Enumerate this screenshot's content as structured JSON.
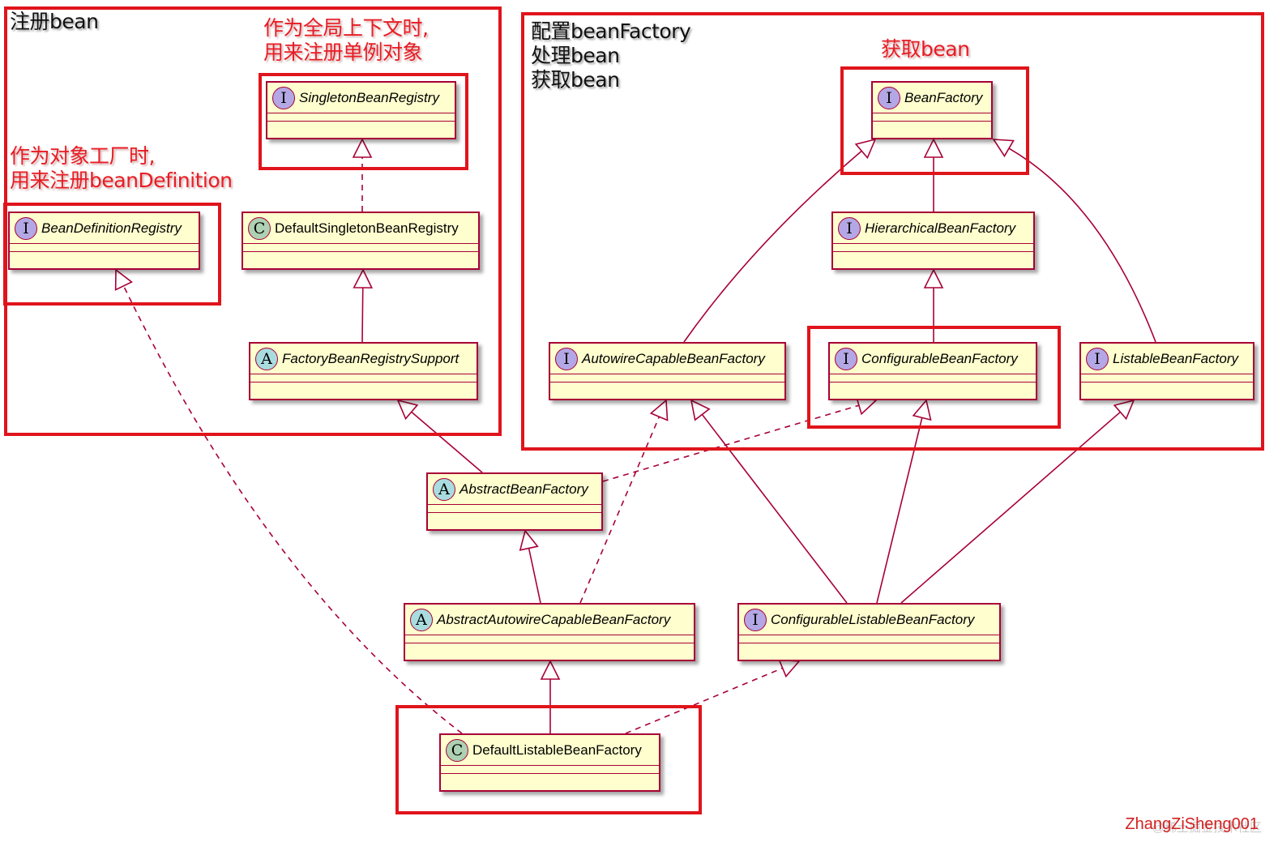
{
  "groups": {
    "left_title": "注册bean",
    "right_title": "配置beanFactory\n处理bean\n获取bean"
  },
  "annotations": {
    "singleton": "作为全局上下文时,\n用来注册单例对象",
    "bean_definition": "作为对象工厂时,\n用来注册beanDefinition",
    "get_bean": "获取bean"
  },
  "classes": {
    "singleton_bean_registry": {
      "kind": "I",
      "name": "SingletonBeanRegistry"
    },
    "bean_definition_registry": {
      "kind": "I",
      "name": "BeanDefinitionRegistry"
    },
    "default_singleton_bean_registry": {
      "kind": "C",
      "name": "DefaultSingletonBeanRegistry"
    },
    "factory_bean_registry_support": {
      "kind": "A",
      "name": "FactoryBeanRegistrySupport"
    },
    "bean_factory": {
      "kind": "I",
      "name": "BeanFactory"
    },
    "hierarchical_bean_factory": {
      "kind": "I",
      "name": "HierarchicalBeanFactory"
    },
    "autowire_capable_bean_factory": {
      "kind": "I",
      "name": "AutowireCapableBeanFactory"
    },
    "configurable_bean_factory": {
      "kind": "I",
      "name": "ConfigurableBeanFactory"
    },
    "listable_bean_factory": {
      "kind": "I",
      "name": "ListableBeanFactory"
    },
    "abstract_bean_factory": {
      "kind": "A",
      "name": "AbstractBeanFactory"
    },
    "abstract_autowire_capable_bean_factory": {
      "kind": "A",
      "name": "AbstractAutowireCapableBeanFactory"
    },
    "configurable_listable_bean_factory": {
      "kind": "I",
      "name": "ConfigurableListableBeanFactory"
    },
    "default_listable_bean_factory": {
      "kind": "C",
      "name": "DefaultListableBeanFactory"
    }
  },
  "relations": [
    {
      "from": "default_singleton_bean_registry",
      "to": "singleton_bean_registry",
      "type": "realization"
    },
    {
      "from": "factory_bean_registry_support",
      "to": "default_singleton_bean_registry",
      "type": "generalization"
    },
    {
      "from": "abstract_bean_factory",
      "to": "factory_bean_registry_support",
      "type": "generalization"
    },
    {
      "from": "abstract_bean_factory",
      "to": "configurable_bean_factory",
      "type": "realization"
    },
    {
      "from": "abstract_autowire_capable_bean_factory",
      "to": "abstract_bean_factory",
      "type": "generalization"
    },
    {
      "from": "abstract_autowire_capable_bean_factory",
      "to": "autowire_capable_bean_factory",
      "type": "realization"
    },
    {
      "from": "default_listable_bean_factory",
      "to": "abstract_autowire_capable_bean_factory",
      "type": "generalization"
    },
    {
      "from": "default_listable_bean_factory",
      "to": "configurable_listable_bean_factory",
      "type": "realization"
    },
    {
      "from": "default_listable_bean_factory",
      "to": "bean_definition_registry",
      "type": "realization"
    },
    {
      "from": "hierarchical_bean_factory",
      "to": "bean_factory",
      "type": "generalization"
    },
    {
      "from": "autowire_capable_bean_factory",
      "to": "bean_factory",
      "type": "generalization"
    },
    {
      "from": "listable_bean_factory",
      "to": "bean_factory",
      "type": "generalization"
    },
    {
      "from": "configurable_bean_factory",
      "to": "hierarchical_bean_factory",
      "type": "generalization"
    },
    {
      "from": "configurable_listable_bean_factory",
      "to": "autowire_capable_bean_factory",
      "type": "generalization"
    },
    {
      "from": "configurable_listable_bean_factory",
      "to": "configurable_bean_factory",
      "type": "generalization"
    },
    {
      "from": "configurable_listable_bean_factory",
      "to": "listable_bean_factory",
      "type": "generalization"
    }
  ],
  "watermark": "ZhangZiSheng001",
  "watermark_faint": "@稀土掘金技术社区",
  "colors": {
    "highlight": "#e0141c",
    "line": "#a80036",
    "box_fill": "#fefece",
    "interface_badge": "#b4a7e5",
    "class_badge": "#add1b2",
    "abstract_badge": "#a9dcdf"
  }
}
